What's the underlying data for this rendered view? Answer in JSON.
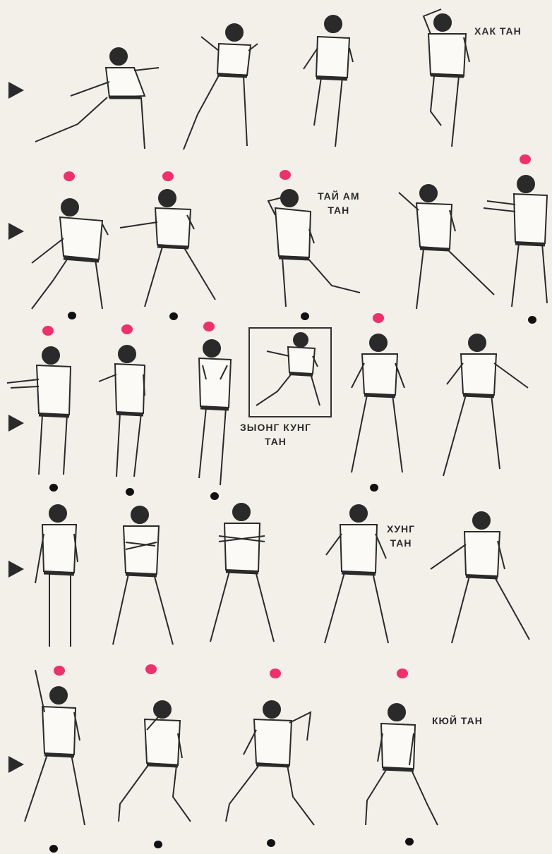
{
  "labels": {
    "hak_tan": "ХАК ТАН",
    "tai_am_tan": "ТАЙ АМ\nТАН",
    "zyung_kung_tan": "ЗЫОНГ КУНГ\nТАН",
    "khung_tan": "ХУНГ\nТАН",
    "kyui_tan": "КЮЙ ТАН"
  },
  "colors": {
    "paper": "#f3f0ea",
    "ink": "#2a2a2a",
    "start_marker": "#f0306a",
    "end_marker": "#111111"
  },
  "icons": {
    "row_marker": "triangle-right",
    "start_marker": "pink-dot",
    "end_marker": "black-dot"
  },
  "rows": [
    {
      "figures": 4
    },
    {
      "figures": 5
    },
    {
      "figures": 6
    },
    {
      "figures": 5
    },
    {
      "figures": 4
    }
  ]
}
